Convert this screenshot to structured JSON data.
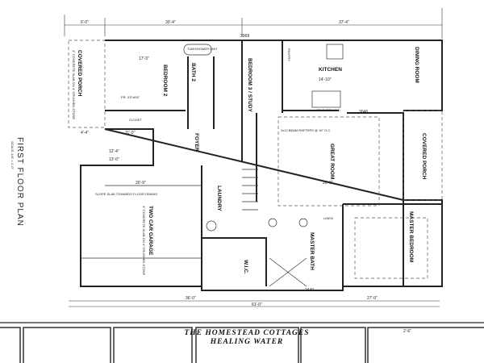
{
  "sheet": {
    "plan_title": "FIRST FLOOR PLAN",
    "plan_scale": "SCALE: 1/4\" = 1'-0\"",
    "project_title": "THE HOMESTEAD COTTAGES",
    "project_subtitle": "HEALING WATER",
    "detail_dim": "2'-6\""
  },
  "dimensions": {
    "top_left": "6'-0\"",
    "top_mid": "33'-4\"",
    "top_right": "37'-4\"",
    "bottom_total": "61'-0\"",
    "bottom_left": "36'-0\"",
    "bottom_right": "27'-0\"",
    "bedroom2_width": "17'-3\"",
    "kitchen_width": "14'-10\"",
    "garage_width": "20'-9\"",
    "great_room_width": "20'-0\"",
    "porch_width": "4'-4\"",
    "dim_11": "11'-0\"",
    "dim_12": "12'-4\"",
    "dim_13": "13'-0\""
  },
  "rooms": {
    "covered_porch_left": {
      "name": "COVERED PORCH",
      "note": "4\" CONCRETE SLAB ON 4\" CRUSHED STONE"
    },
    "bedroom2": {
      "name": "BEDROOM 2"
    },
    "bath2": {
      "name": "BATH 2",
      "note": "TUB/SHOWER UNIT"
    },
    "closet": {
      "name": "CLOSET",
      "note": "PR. 3'0\"x6'8\""
    },
    "bedroom3": {
      "name": "BEDROOM 3 / STUDY"
    },
    "kitchen": {
      "name": "KITCHEN",
      "note": "12\" OVERHANG"
    },
    "pantry": {
      "name": "PANTRY"
    },
    "dining": {
      "name": "DINING ROOM"
    },
    "great_room": {
      "name": "GREAT ROOM",
      "note": "2x12 BEAM RAFTERS @ 16\" O.C."
    },
    "covered_porch_right": {
      "name": "COVERED PORCH"
    },
    "foyer": {
      "name": "FOYER"
    },
    "laundry": {
      "name": "LAUNDRY"
    },
    "garage": {
      "name": "TWO CAR GARAGE",
      "note": "SLOPE SLAB TOWARDS FLOOR DRAINS",
      "note2": "4\" CONCRETE SLAB ON 4\" CRUSHED STONE"
    },
    "wic": {
      "name": "W.I.C."
    },
    "linen": {
      "name": "LINEN"
    },
    "master_bath": {
      "name": "MASTER BATH"
    },
    "master_bedroom": {
      "name": "MASTER BEDROOM"
    }
  },
  "windows": {
    "w1": "3068",
    "w2": "3046",
    "w3": "2440"
  }
}
